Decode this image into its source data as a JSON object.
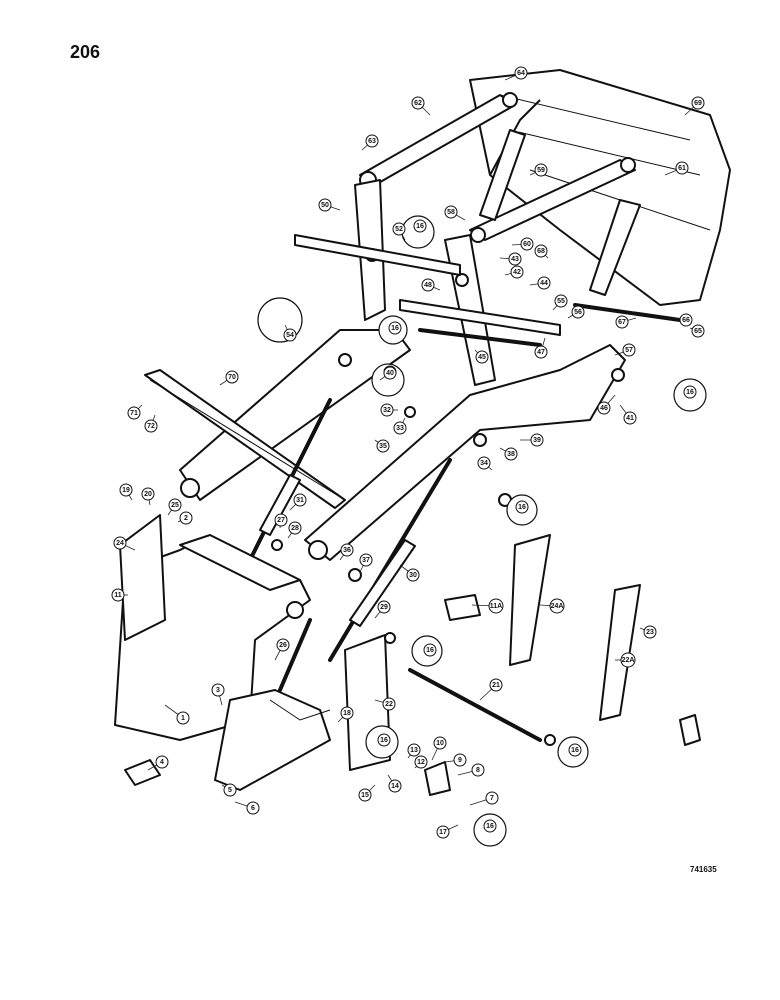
{
  "page_number": "206",
  "drawing_number": "741635",
  "callouts": [
    "1",
    "2",
    "3",
    "4",
    "5",
    "6",
    "7",
    "8",
    "9",
    "10",
    "11",
    "11A",
    "12",
    "13",
    "14",
    "15",
    "16",
    "17",
    "18",
    "19",
    "20",
    "21",
    "22",
    "22A",
    "23",
    "24",
    "24A",
    "25",
    "26",
    "27",
    "28",
    "29",
    "30",
    "31",
    "32",
    "33",
    "34",
    "35",
    "36",
    "37",
    "38",
    "39",
    "40",
    "41",
    "42",
    "43",
    "44",
    "45",
    "46",
    "47",
    "48",
    "50",
    "52",
    "54",
    "55",
    "56",
    "57",
    "58",
    "59",
    "60",
    "61",
    "62",
    "63",
    "64",
    "65",
    "66",
    "67",
    "68",
    "69",
    "70",
    "71",
    "72"
  ]
}
